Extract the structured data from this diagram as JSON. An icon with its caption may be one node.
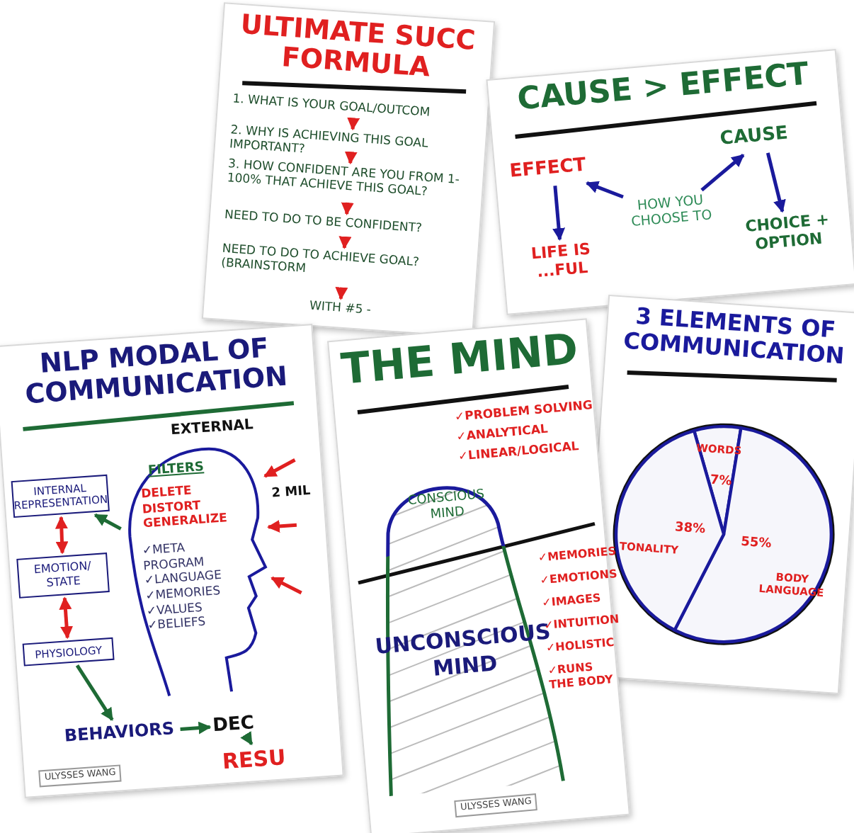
{
  "diagram": {
    "nodes": [
      {
        "text": [
          "ULTIMATE SUCC FORMULA"
        ]
      },
      {
        "text": [
          "1. WHAT IS YOUR GOAL/OUTCOM"
        ],
        "in": 0
      },
      {
        "text": [
          "2. WHY IS ACHIEVING THIS GOAL IMPORTANT?"
        ],
        "in": 0
      },
      {
        "text": [
          "3. HOW CONFIDENT ARE YOU FROM 1-100% THAT ACHIEVE THIS GOAL?"
        ],
        "in": 0
      },
      {
        "text": [
          "NEED TO DO TO BE CONFIDENT?"
        ],
        "in": 0
      },
      {
        "text": [
          "NEED TO DO TO ACHIEVE GOAL? (BRAINSTORM"
        ],
        "in": 0
      },
      {
        "text": [
          "WITH #5 -"
        ],
        "in": 0
      },
      {
        "text": [
          "CAUSE > EFFECT"
        ]
      },
      {
        "text": [
          "EFFECT"
        ],
        "in": 7
      },
      {
        "text": [
          "CAUSE"
        ],
        "in": 7
      },
      {
        "text": [
          "HOW YOU CHOOSE TO"
        ],
        "in": 7
      },
      {
        "text": [
          "CHOICE + OPTION"
        ],
        "in": 7
      },
      {
        "text": [
          "LIFE IS ...FUL"
        ],
        "in": 7
      },
      {
        "text": [
          "NLP MODAL OF COMMUNICATION"
        ]
      },
      {
        "text": [
          "EXTERNAL"
        ],
        "in": 13
      },
      {
        "text": [
          "FILTERS",
          "DELETE DISTORT GENERALIZE",
          "✓META PROGRAM ✓LANGUAGE ✓MEMORIES ✓VALUES ✓BELIEFS"
        ],
        "in": 13
      },
      {
        "text": [
          "INTERNAL REPRESENTATION"
        ],
        "in": 13
      },
      {
        "text": [
          "EMOTION/ STATE"
        ],
        "in": 13
      },
      {
        "text": [
          "PHYSIOLOGY"
        ],
        "in": 13
      },
      {
        "text": [
          "BEHAVIORS"
        ],
        "in": 13
      },
      {
        "text": [
          "DEC"
        ],
        "in": 13
      },
      {
        "text": [
          "RESU"
        ],
        "in": 13
      },
      {
        "text": [
          "THE MIND"
        ]
      },
      {
        "text": [
          "CONSCIOUS MIND",
          "UNCONSCIOUS MIND"
        ],
        "in": 22
      },
      {
        "text": [
          "3 ELEMENTS OF COMMUNICATION"
        ]
      }
    ],
    "edges": [
      {
        "from": 1,
        "to": 2,
        "arrow": "to"
      },
      {
        "from": 2,
        "to": 3,
        "arrow": "to"
      },
      {
        "from": 3,
        "to": 4,
        "arrow": "to"
      },
      {
        "from": 4,
        "to": 5,
        "arrow": "to"
      },
      {
        "from": 5,
        "to": 6,
        "arrow": "to"
      },
      {
        "from": 10,
        "to": 8,
        "arrow": "to",
        "color": "#1a1a9c"
      },
      {
        "from": 10,
        "to": 9,
        "arrow": "to",
        "color": "#1a1a9c"
      },
      {
        "from": 9,
        "to": 11,
        "arrow": "to",
        "color": "#1a1a9c"
      },
      {
        "from": 8,
        "to": 12,
        "arrow": "to",
        "color": "#1a1a9c"
      },
      {
        "from": 16,
        "to": 17,
        "arrow": "both"
      },
      {
        "from": 17,
        "to": 18,
        "arrow": "both"
      },
      {
        "from": 15,
        "to": 16,
        "arrow": "to",
        "color": "#1e6b35"
      },
      {
        "from": 18,
        "to": 19,
        "arrow": "to",
        "color": "#1e6b35"
      },
      {
        "from": 19,
        "to": 20,
        "arrow": "to",
        "color": "#1e6b35"
      },
      {
        "from": 20,
        "to": 21,
        "arrow": "to",
        "color": "#1e6b35"
      },
      {
        "from": null,
        "to": 15,
        "arrow": "to"
      },
      {
        "from": null,
        "to": 15,
        "arrow": "to"
      },
      {
        "from": null,
        "to": 15,
        "arrow": "to"
      }
    ],
    "labels": [
      "2 MIL",
      "✓PROBLEM SOLVING",
      "✓ANALYTICAL",
      "✓LINEAR/LOGICAL",
      "✓MEMORIES",
      "✓EMOTIONS",
      "✓IMAGES",
      "✓INTUITION",
      "✓HOLISTIC",
      "✓RUNS THE BODY",
      "ULYSSES WANG",
      "ULYSSES WANG"
    ],
    "chart_data": {
      "type": "pie",
      "categories": [
        "WORDS",
        "BODY LANGUAGE",
        "TONALITY"
      ],
      "values": [
        7,
        55,
        38
      ],
      "value_labels": [
        "7%",
        "55%",
        "38%"
      ]
    }
  }
}
